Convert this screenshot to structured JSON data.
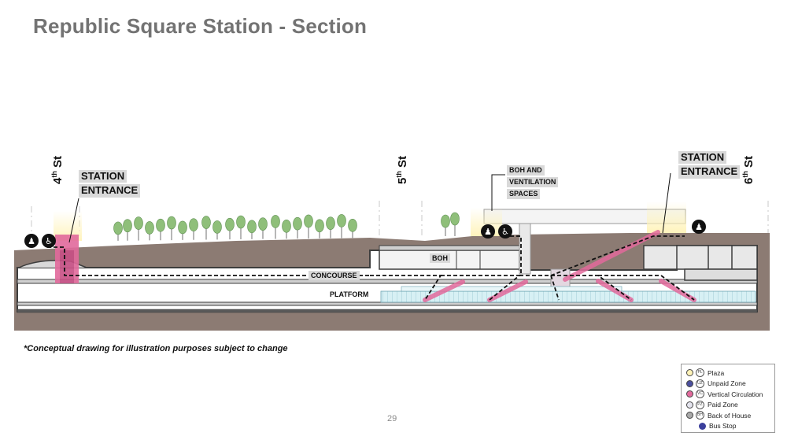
{
  "title": "Republic Square Station - Section",
  "streets": {
    "fourth": {
      "num": "4",
      "suffix": "th",
      "name": " St"
    },
    "fifth": {
      "num": "5",
      "suffix": "th",
      "name": " St"
    },
    "sixth": {
      "num": "6",
      "suffix": "th",
      "name": " St"
    }
  },
  "callouts": {
    "station_entrance_left": [
      "STATION",
      "ENTRANCE"
    ],
    "station_entrance_right": [
      "STATION",
      "ENTRANCE"
    ],
    "boh_ventilation": [
      "BOH AND",
      "VENTILATION",
      "SPACES"
    ]
  },
  "labels": {
    "boh": "BOH",
    "concourse": "CONCOURSE",
    "platform": "PLATFORM"
  },
  "disclaimer": "*Conceptual drawing for illustration purposes subject to change",
  "page_number": "29",
  "legend": [
    {
      "code": "PL",
      "label": "Plaza",
      "color": "#fff3b8"
    },
    {
      "code": "UZ",
      "label": "Unpaid Zone",
      "color": "#4b4f9e"
    },
    {
      "code": "VC",
      "label": "Vertical Circulation",
      "color": "#e26a9c"
    },
    {
      "code": "PZ",
      "label": "Paid Zone",
      "color": "#e4e4ee"
    },
    {
      "code": "BH",
      "label": "Back of House",
      "color": "#a9a9a9"
    },
    {
      "code": "",
      "label": "Bus Stop",
      "color": "#3b3f9c"
    }
  ],
  "colors": {
    "ground": "#8c7b73",
    "structure": "#4a4a4a",
    "vertical_circulation": "#e26a9c",
    "plaza": "#fff3b8",
    "tree": "#8fbf7a",
    "platform_glass": "#bfe6ee"
  }
}
